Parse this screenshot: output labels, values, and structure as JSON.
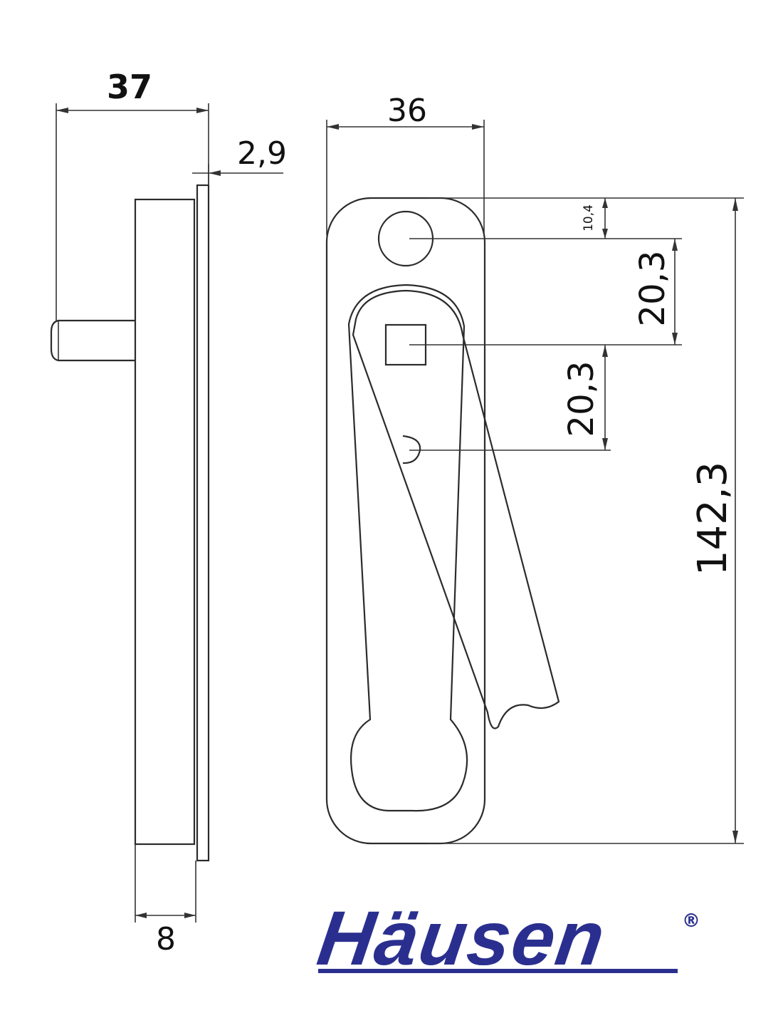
{
  "dimensions": {
    "total_width_side": "37",
    "plate_thickness": "2,9",
    "plate_width": "36",
    "hole_offset": "10,4",
    "hole_to_square": "20,3",
    "square_to_pivot": "20,3",
    "total_height": "142,3",
    "body_depth": "8"
  },
  "brand": {
    "name": "Häusen",
    "registered_mark": "®",
    "color": "#2a2f8f"
  },
  "colors": {
    "line": "#2b2b2b",
    "text": "#111111",
    "background": "#ffffff"
  }
}
